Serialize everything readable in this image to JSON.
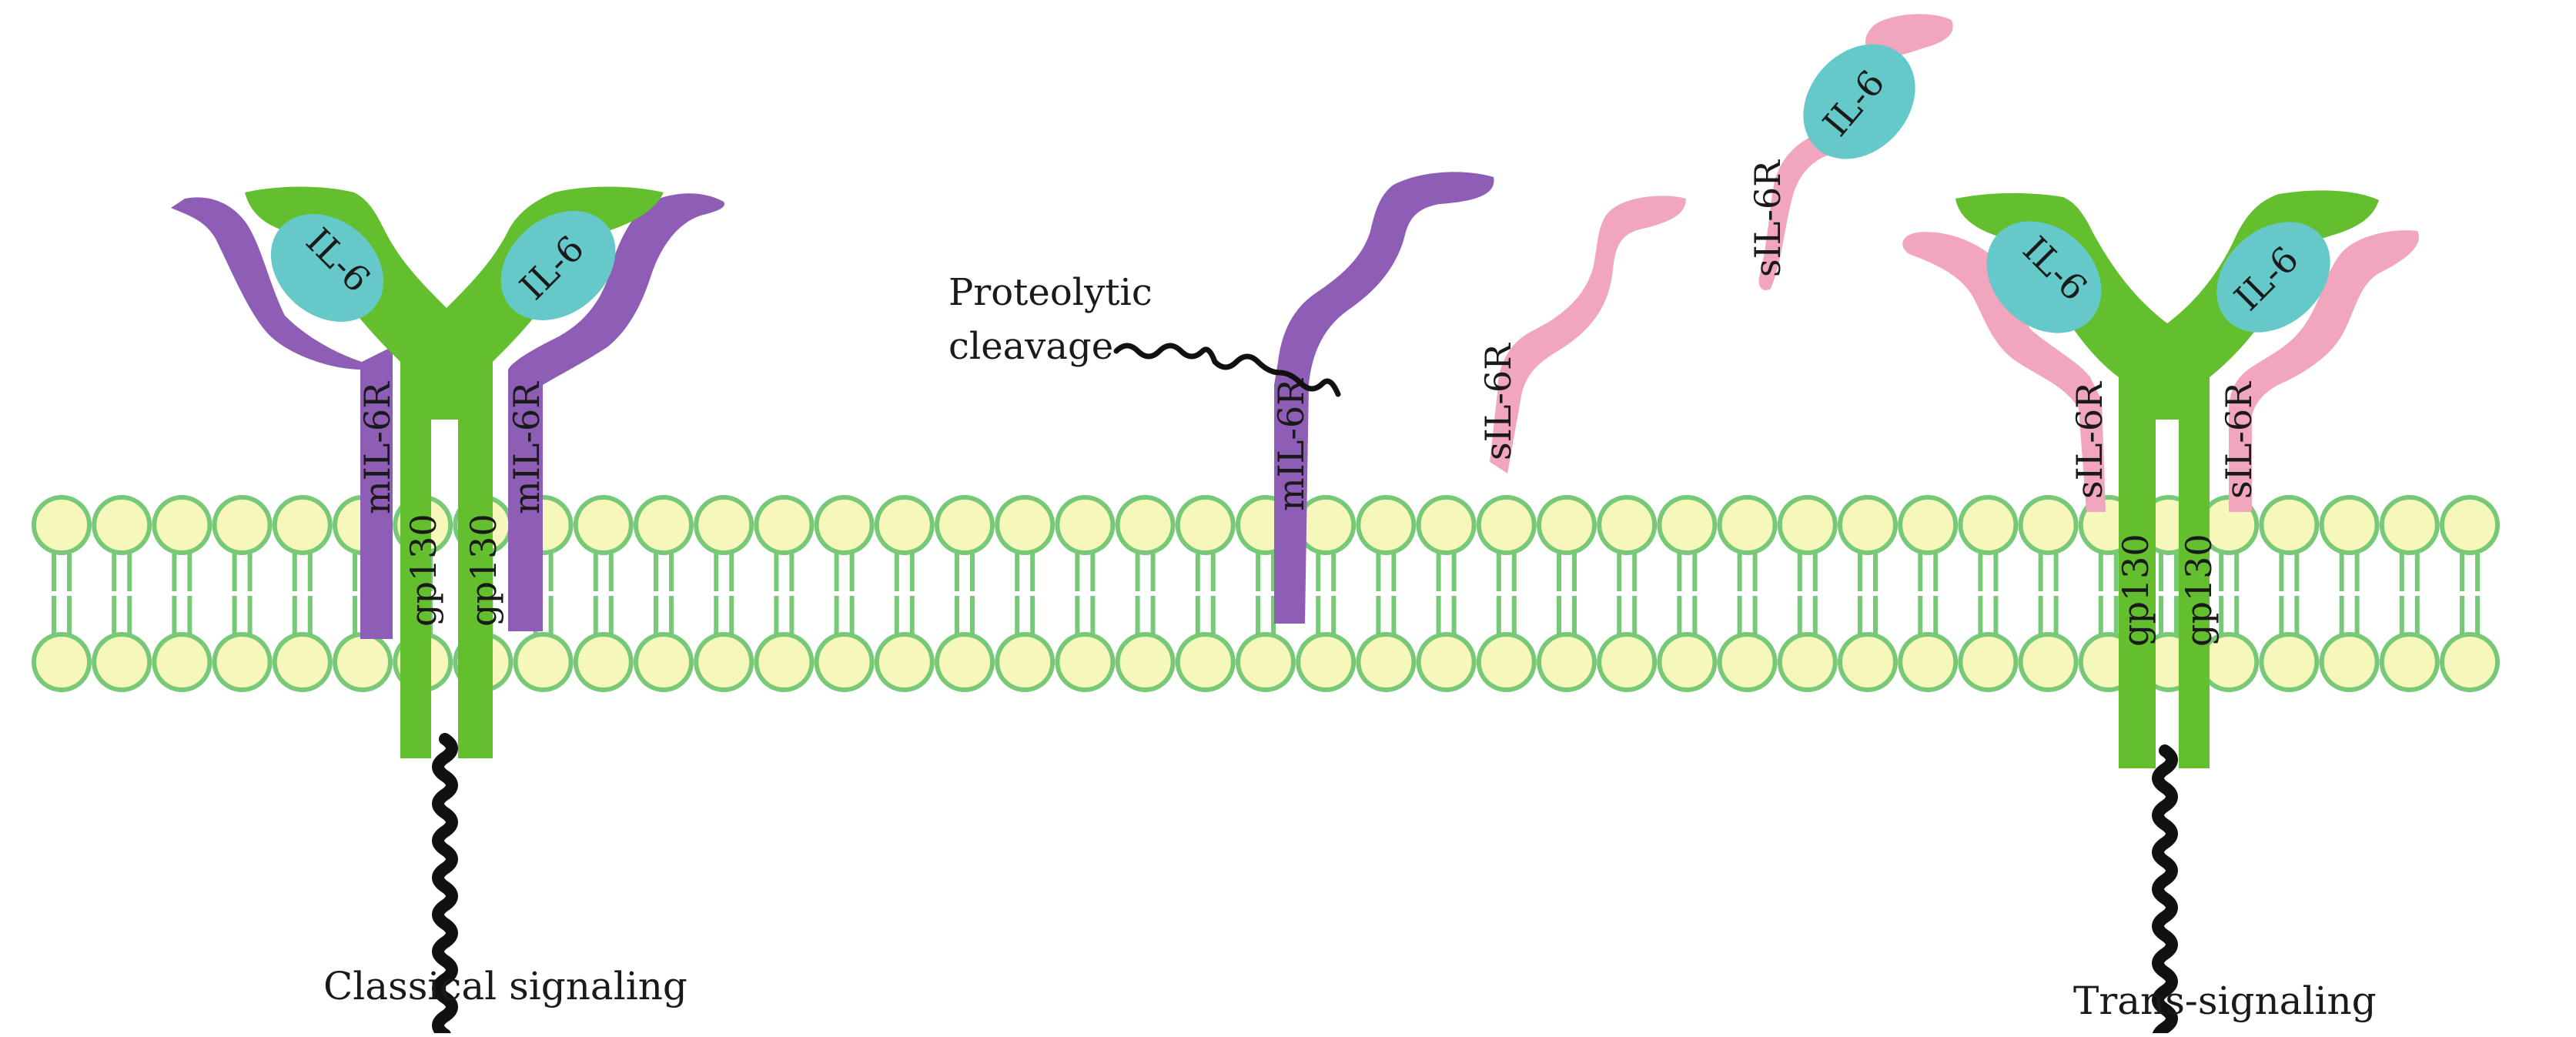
{
  "labels": {
    "il6": "IL-6",
    "mil6r": "mIL-6R",
    "sil6r": "sIL-6R",
    "gp130": "gp130",
    "proteolytic_line1": "Proteolytic",
    "proteolytic_line2": "cleavage",
    "classical": "Classical signaling",
    "trans": "Trans-signaling"
  },
  "colors": {
    "membrane_head_fill": "#f6f7bb",
    "membrane_stroke": "#77c978",
    "gp130": "#63bf2e",
    "mil6r": "#8e5db5",
    "sil6r": "#f1a6bd",
    "il6": "#66c9c9",
    "signal_tail": "#111111"
  },
  "icons": [
    "lipid-bilayer",
    "gp130-receptor",
    "membrane-il6-receptor",
    "soluble-il6-receptor",
    "il6-cytokine",
    "signaling-tail"
  ]
}
